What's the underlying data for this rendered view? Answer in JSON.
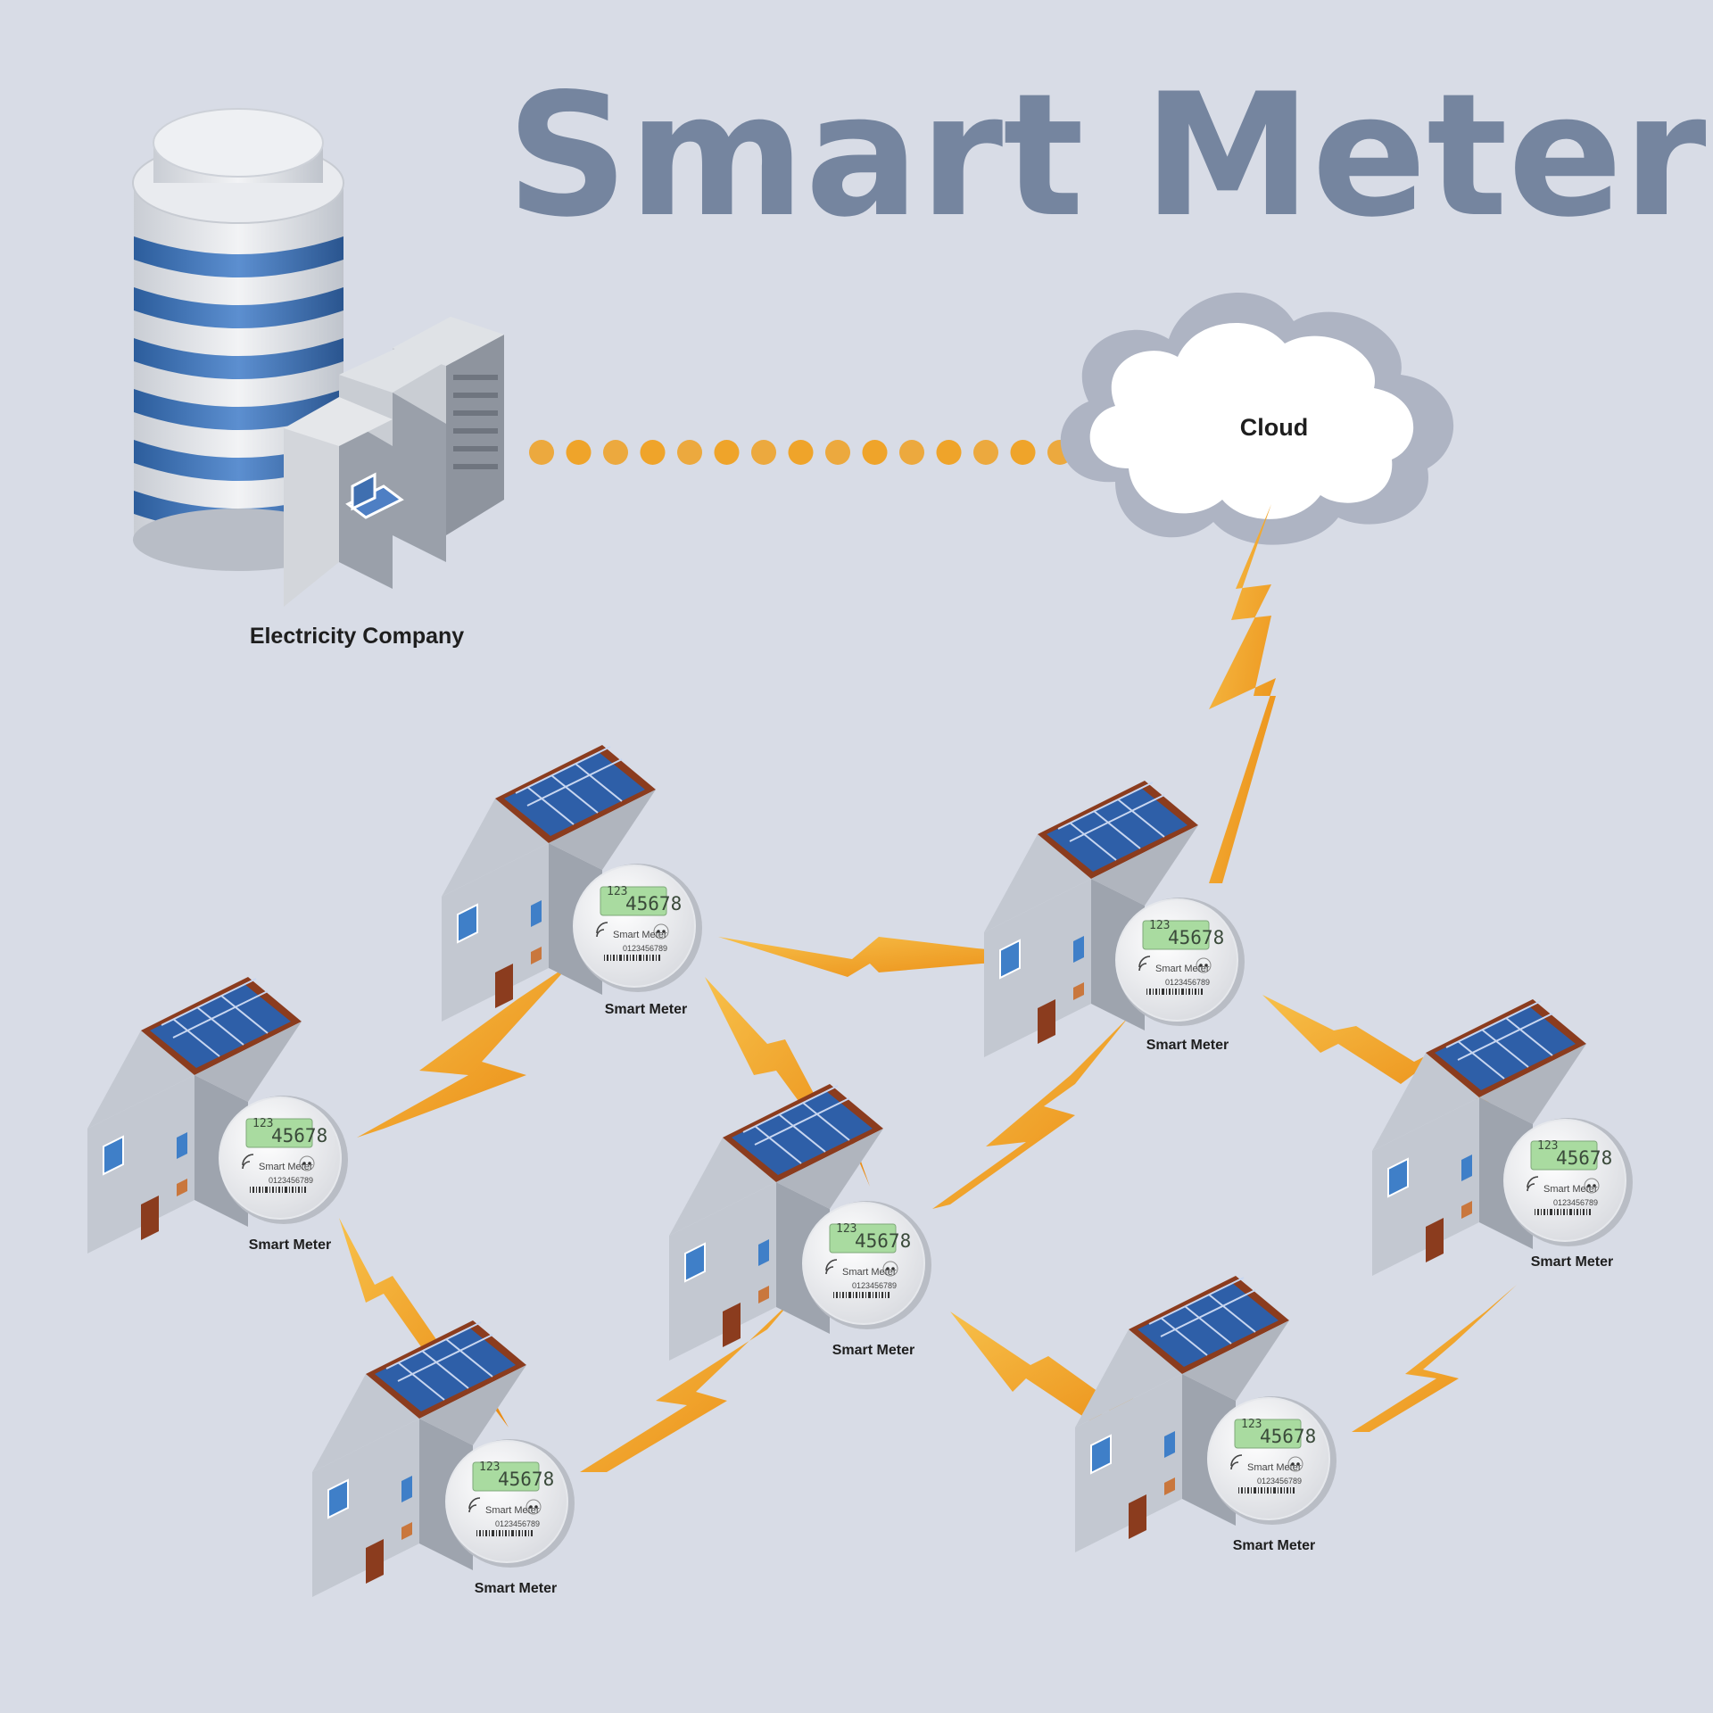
{
  "title": "Smart Meter",
  "electricity_company": {
    "label": "Electricity Company"
  },
  "cloud": {
    "label": "Cloud"
  },
  "meter": {
    "label": "Smart Meter",
    "face_label": "Smart Meter",
    "display_top": "123",
    "display_main": "45678",
    "serial": "0123456789"
  },
  "homes_count_label": "7",
  "colors": {
    "background": "#d8dce6",
    "title": "#75859f",
    "lightning": "#f0a020",
    "dots": "#f0a020",
    "solar_panel": "#2e5fa8",
    "roof": "#8b3c1e",
    "database_band": "#3a6fb0"
  }
}
